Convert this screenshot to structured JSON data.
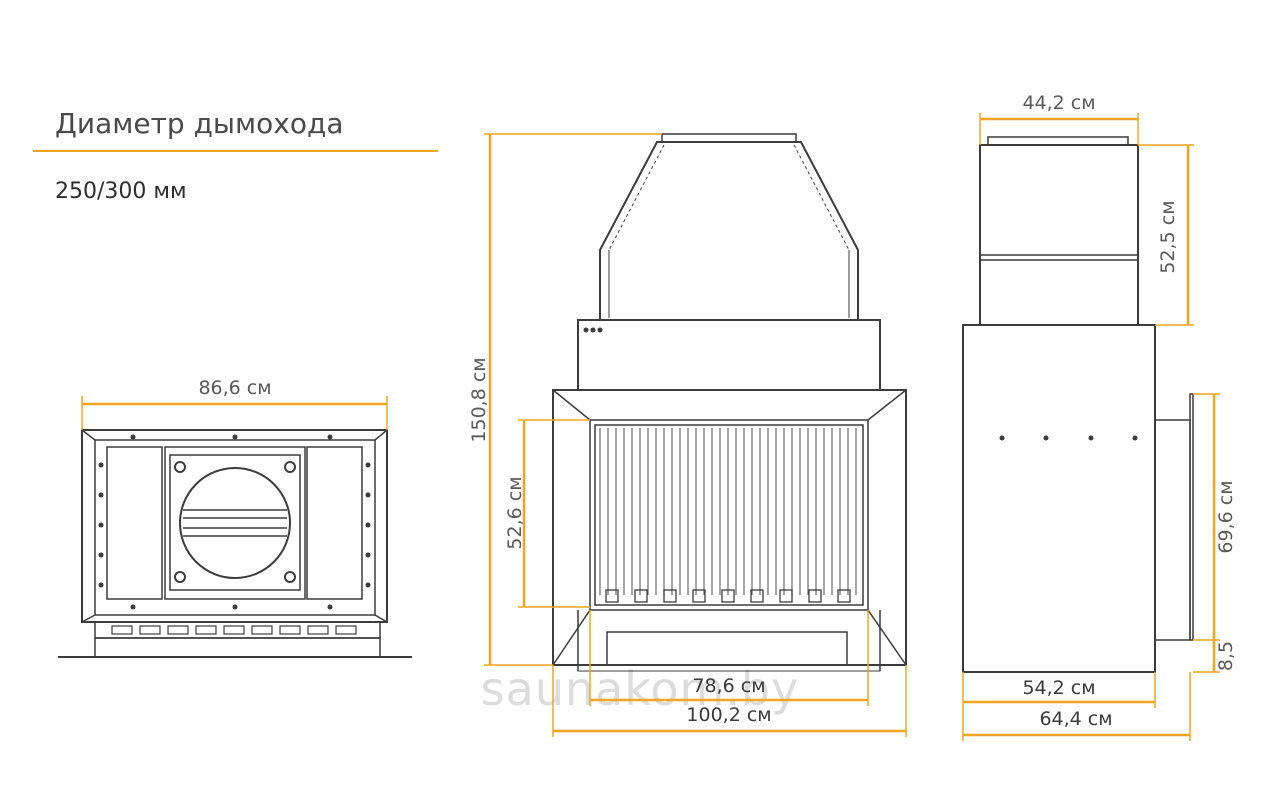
{
  "header": {
    "title": "Диаметр дымохода",
    "value": "250/300 мм"
  },
  "colors": {
    "accent": "#f2a51f",
    "line": "#3c3c3c",
    "text": "#4a4a4a"
  },
  "watermark": "saunakom.by",
  "dimensions": {
    "front_width": "86,6 см",
    "total_height": "150,8 см",
    "opening_height": "52,6 см",
    "opening_width": "78,6 см",
    "frame_width": "100,2 см",
    "hood_top_width": "44,2 см",
    "hood_height": "52,5 см",
    "body_depth": "54,2 см",
    "total_depth": "64,4 см",
    "outlet_height": "69,6 см",
    "outlet_offset": "8,5"
  }
}
